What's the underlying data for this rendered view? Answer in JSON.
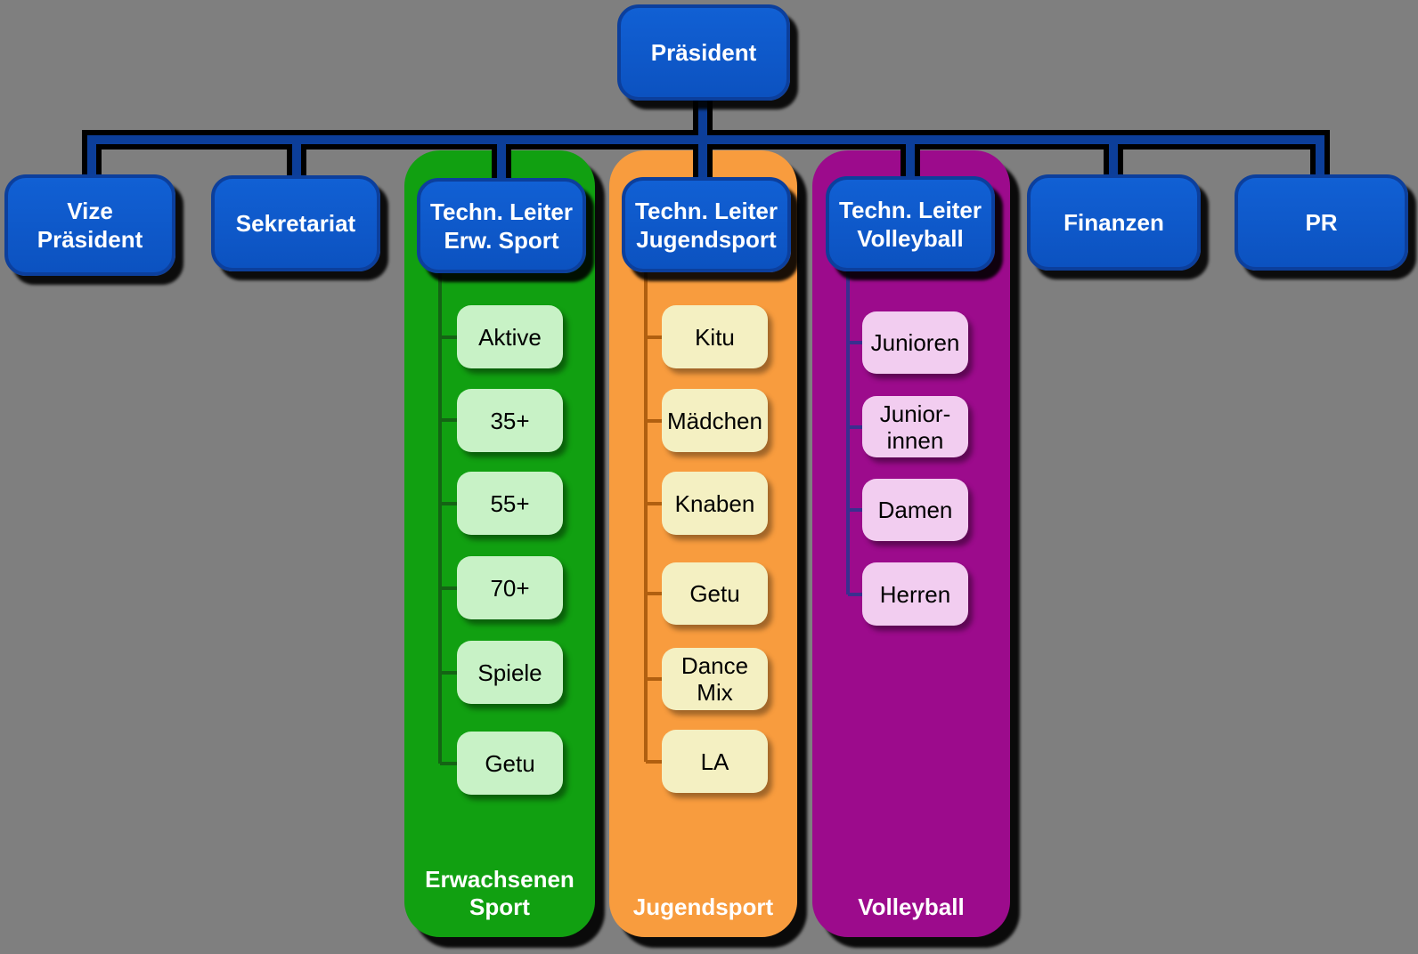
{
  "root": {
    "label": "Präsident"
  },
  "level2": [
    {
      "label": "Vize\nPräsident"
    },
    {
      "label": "Sekretariat"
    },
    {
      "label": "Finanzen"
    },
    {
      "label": "PR"
    }
  ],
  "groups": [
    {
      "leader": "Techn. Leiter\nErw. Sport",
      "caption": "Erwachsenen\nSport",
      "items": [
        "Aktive",
        "35+",
        "55+",
        "70+",
        "Spiele",
        "Getu"
      ]
    },
    {
      "leader": "Techn. Leiter\nJugendsport",
      "caption": "Jugendsport",
      "items": [
        "Kitu",
        "Mädchen",
        "Knaben",
        "Getu",
        "Dance\nMix",
        "LA"
      ]
    },
    {
      "leader": "Techn. Leiter\nVolleyball",
      "caption": "Volleyball",
      "items": [
        "Junioren",
        "Junior-\ninnen",
        "Damen",
        "Herren"
      ]
    }
  ],
  "colors": {
    "bg": "#7f7f7f",
    "node-blue": "#1160d4",
    "node-blue-dark": "#0c52c0",
    "node-border": "#0c3f9c",
    "connector-navy": "#0c3e99",
    "group-green": "#11a011",
    "green-line": "#146414",
    "green-item": "#c8f2c6",
    "group-orange": "#f89c3e",
    "orange-line": "#b05f10",
    "orange-item": "#f4f0c2",
    "group-purple": "#9c0b8c",
    "purple-line": "#3a2f8f",
    "purple-item": "#f2cdf0"
  }
}
